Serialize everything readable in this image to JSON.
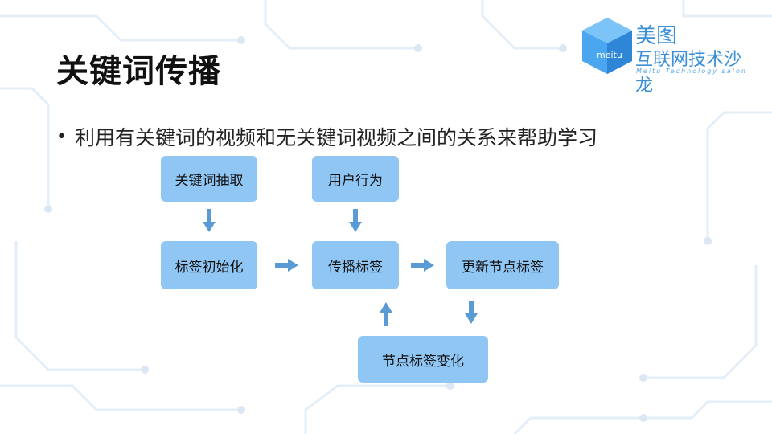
{
  "slide": {
    "title": "关键词传播",
    "bullet": "利用有关键词的视频和无关键词视频之间的关系来帮助学习"
  },
  "logo": {
    "badge_text": "meitu",
    "brand_cn": "美图",
    "brand_sub": "互联网技术沙龙",
    "brand_en": "Meitu Technology salon"
  },
  "diagram": {
    "nodes": {
      "keyword_extract": "关键词抽取",
      "user_behavior": "用户行为",
      "label_init": "标签初始化",
      "propagate_label": "传播标签",
      "update_node_label": "更新节点标签",
      "node_label_change": "节点标签变化"
    },
    "edges": [
      [
        "keyword_extract",
        "label_init"
      ],
      [
        "user_behavior",
        "propagate_label"
      ],
      [
        "label_init",
        "propagate_label"
      ],
      [
        "propagate_label",
        "update_node_label"
      ],
      [
        "update_node_label",
        "node_label_change"
      ],
      [
        "node_label_change",
        "propagate_label"
      ]
    ]
  },
  "colors": {
    "box_fill": "#90c6f4",
    "arrow": "#5b9bd5",
    "circuit": "#e6f0f8",
    "brand": "#3a8fd8"
  }
}
